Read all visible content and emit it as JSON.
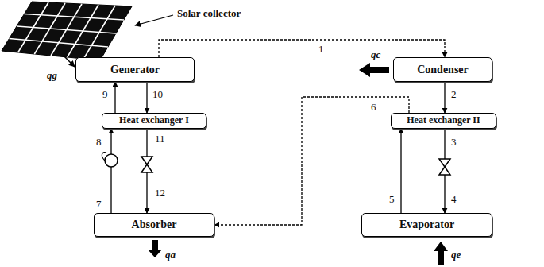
{
  "diagram": {
    "nodes": [
      {
        "text": [
          "Generator"
        ]
      },
      {
        "text": [
          "Condenser"
        ]
      },
      {
        "text": [
          "Heat exchanger I"
        ]
      },
      {
        "text": [
          "Heat exchanger II"
        ]
      },
      {
        "text": [
          "Absorber"
        ]
      },
      {
        "text": [
          "Evaporator"
        ]
      }
    ],
    "edges": [
      {
        "from": 0,
        "to": 1,
        "arrow": "to"
      },
      {
        "from": 1,
        "to": 3,
        "arrow": "to"
      },
      {
        "from": 3,
        "to": 5,
        "arrow": "to"
      },
      {
        "from": 5,
        "to": 3,
        "arrow": "to"
      },
      {
        "from": 3,
        "to": 4,
        "arrow": "to"
      },
      {
        "from": 4,
        "to": 2,
        "arrow": "to"
      },
      {
        "from": 2,
        "to": 0,
        "arrow": "to"
      },
      {
        "from": 0,
        "to": 2,
        "arrow": "to"
      },
      {
        "from": 2,
        "to": 4,
        "arrow": "to"
      }
    ],
    "labels": [
      "Solar collector",
      "qg",
      "qc",
      "1",
      "2",
      "3",
      "4",
      "5",
      "6",
      "7",
      "8",
      "9",
      "10",
      "11",
      "12",
      "qa",
      "qe"
    ]
  }
}
